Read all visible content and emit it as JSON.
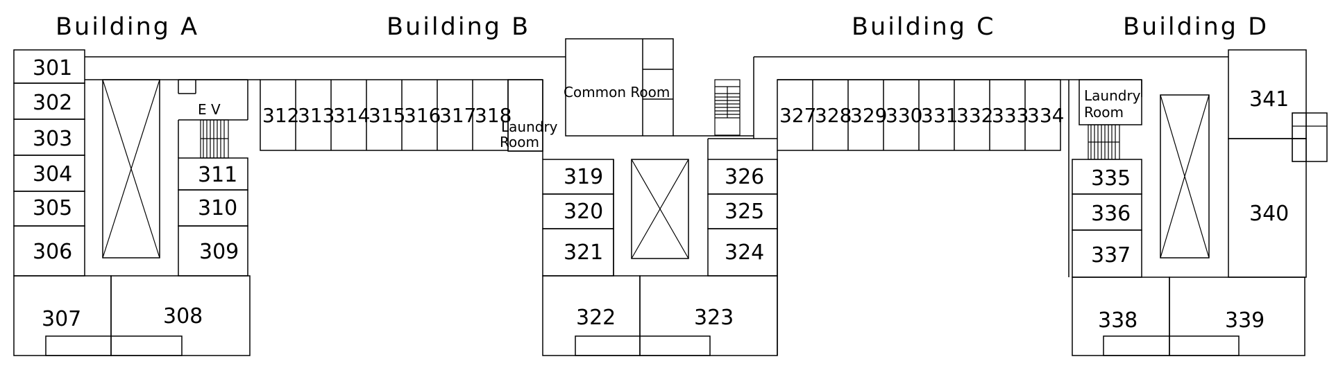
{
  "colors": {
    "yellow": "#ffff99",
    "cyan": "#ccffff",
    "green": "#ccffcc",
    "pink": "#ff99cc",
    "white": "#ffffff"
  },
  "buildings": [
    {
      "id": "a",
      "label": "Building A"
    },
    {
      "id": "b",
      "label": "Building B"
    },
    {
      "id": "c",
      "label": "Building C"
    },
    {
      "id": "d",
      "label": "Building D"
    }
  ],
  "labels": {
    "ev": "E V",
    "common_room": "Common Room",
    "laundry_b_1": "Laundry",
    "laundry_b_2": "Room",
    "laundry_d_1": "Laundry",
    "laundry_d_2": "Room"
  },
  "rooms": [
    {
      "id": "r301",
      "label": "301",
      "color": "yellow"
    },
    {
      "id": "r302",
      "label": "302",
      "color": "yellow"
    },
    {
      "id": "r303",
      "label": "303",
      "color": "yellow"
    },
    {
      "id": "r304",
      "label": "304",
      "color": "yellow"
    },
    {
      "id": "r305",
      "label": "305",
      "color": "yellow"
    },
    {
      "id": "r306",
      "label": "306",
      "color": "cyan"
    },
    {
      "id": "r307",
      "label": "307",
      "color": "green"
    },
    {
      "id": "r308",
      "label": "308",
      "color": "pink"
    },
    {
      "id": "r309",
      "label": "309",
      "color": "cyan"
    },
    {
      "id": "r310",
      "label": "310",
      "color": "yellow"
    },
    {
      "id": "r311",
      "label": "311",
      "color": "yellow"
    },
    {
      "id": "r312",
      "label": "312",
      "color": "yellow"
    },
    {
      "id": "r313",
      "label": "313",
      "color": "yellow"
    },
    {
      "id": "r314",
      "label": "314",
      "color": "yellow"
    },
    {
      "id": "r315",
      "label": "315",
      "color": "yellow"
    },
    {
      "id": "r316",
      "label": "316",
      "color": "yellow"
    },
    {
      "id": "r317",
      "label": "317",
      "color": "yellow"
    },
    {
      "id": "r318",
      "label": "318",
      "color": "yellow"
    },
    {
      "id": "r319",
      "label": "319",
      "color": "yellow"
    },
    {
      "id": "r320",
      "label": "320",
      "color": "yellow"
    },
    {
      "id": "r321",
      "label": "321",
      "color": "cyan"
    },
    {
      "id": "r322",
      "label": "322",
      "color": "green"
    },
    {
      "id": "r323",
      "label": "323",
      "color": "pink"
    },
    {
      "id": "r324",
      "label": "324",
      "color": "cyan"
    },
    {
      "id": "r325",
      "label": "325",
      "color": "yellow"
    },
    {
      "id": "r326",
      "label": "326",
      "color": "yellow"
    },
    {
      "id": "r327",
      "label": "327",
      "color": "yellow"
    },
    {
      "id": "r328",
      "label": "328",
      "color": "yellow"
    },
    {
      "id": "r329",
      "label": "329",
      "color": "yellow"
    },
    {
      "id": "r330",
      "label": "330",
      "color": "yellow"
    },
    {
      "id": "r331",
      "label": "331",
      "color": "yellow"
    },
    {
      "id": "r332",
      "label": "332",
      "color": "yellow"
    },
    {
      "id": "r333",
      "label": "333",
      "color": "yellow"
    },
    {
      "id": "r334",
      "label": "334",
      "color": "yellow"
    },
    {
      "id": "r335",
      "label": "335",
      "color": "yellow"
    },
    {
      "id": "r336",
      "label": "336",
      "color": "yellow"
    },
    {
      "id": "r337",
      "label": "337",
      "color": "cyan"
    },
    {
      "id": "r338",
      "label": "338",
      "color": "green"
    },
    {
      "id": "r339",
      "label": "339",
      "color": "pink"
    },
    {
      "id": "r340",
      "label": "340",
      "color": "pink"
    },
    {
      "id": "r341",
      "label": "341",
      "color": "green"
    }
  ]
}
